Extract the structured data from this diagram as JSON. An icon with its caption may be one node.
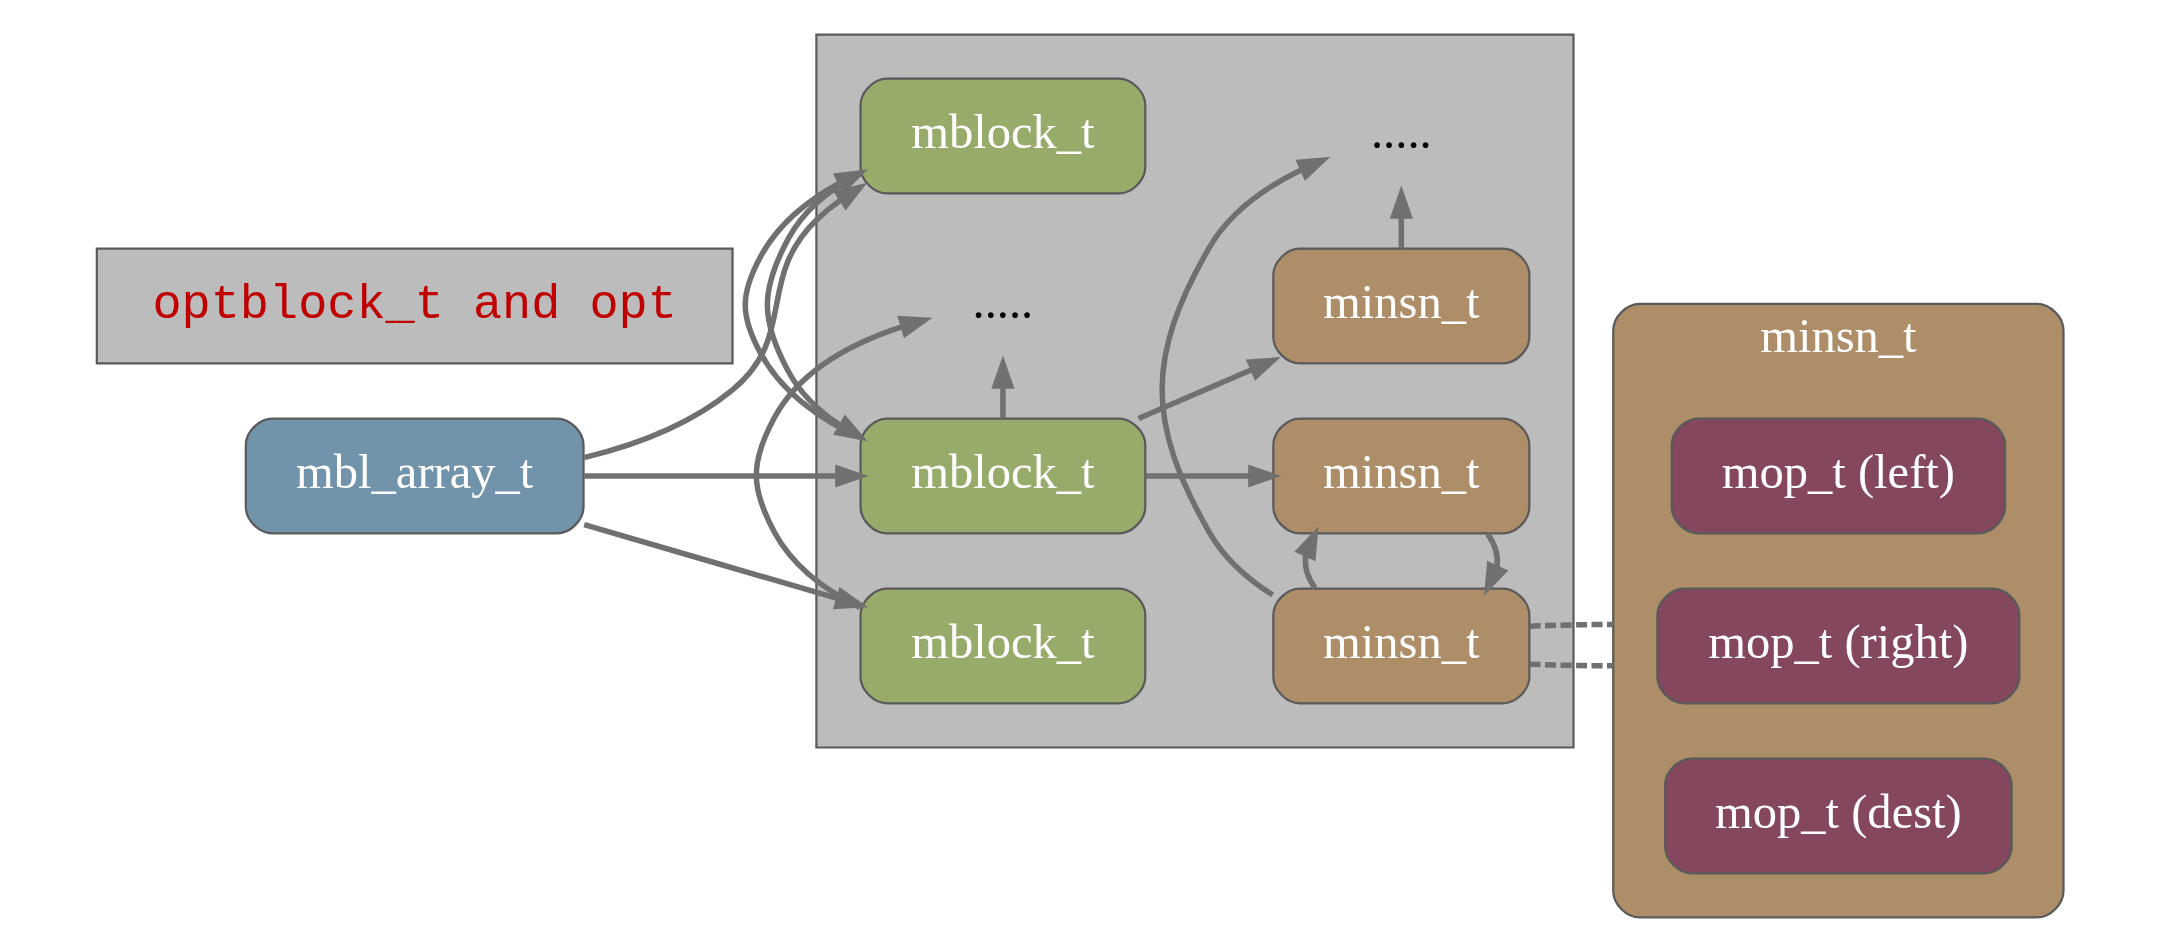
{
  "diagram": {
    "nodes": [
      {
        "text": [
          "mbl_array_t"
        ]
      },
      {
        "text": [],
        "shape": "box"
      },
      {
        "text": [
          "mblock_t"
        ],
        "in": 1
      },
      {
        "text": [
          "mblock_t"
        ],
        "in": 1
      },
      {
        "text": [
          "....."
        ],
        "in": 1
      },
      {
        "text": [
          "mblock_t"
        ],
        "in": 1
      },
      {
        "text": [
          "minsn_t"
        ],
        "in": 1
      },
      {
        "text": [
          "minsn_t"
        ],
        "in": 1
      },
      {
        "text": [
          "....."
        ],
        "in": 1
      },
      {
        "text": [
          "minsn_t"
        ],
        "in": 1
      },
      {
        "text": [
          "minsn_t"
        ]
      },
      {
        "text": [
          "mop_t (left)"
        ],
        "in": 10
      },
      {
        "text": [
          "mop_t (right)"
        ],
        "in": 10
      },
      {
        "text": [
          "mop_t (dest)"
        ],
        "in": 10
      },
      {
        "text": [
          "optblock_t and opt"
        ]
      }
    ],
    "edges": [
      {
        "from": 0,
        "to": 2,
        "arrow": "to"
      },
      {
        "from": 0,
        "to": 3,
        "arrow": "to"
      },
      {
        "from": 0,
        "to": 5,
        "arrow": "to"
      },
      {
        "from": 2,
        "to": 3,
        "arrow": "to"
      },
      {
        "from": 3,
        "to": 2,
        "arrow": "to"
      },
      {
        "from": 3,
        "to": 4,
        "arrow": "to"
      },
      {
        "from": 5,
        "to": 4,
        "arrow": "to"
      },
      {
        "from": 3,
        "to": 6,
        "arrow": "to"
      },
      {
        "from": 3,
        "to": 9,
        "arrow": "to"
      },
      {
        "from": 6,
        "to": 7,
        "arrow": "to"
      },
      {
        "from": 7,
        "to": 6,
        "arrow": "to"
      },
      {
        "from": 7,
        "to": 8,
        "arrow": "to"
      },
      {
        "from": 9,
        "to": 8,
        "arrow": "to"
      },
      {
        "from": 7,
        "to": 10,
        "arrow": "none",
        "style": "dashed"
      },
      {
        "from": 7,
        "to": 10,
        "arrow": "none",
        "style": "dashed"
      }
    ]
  }
}
